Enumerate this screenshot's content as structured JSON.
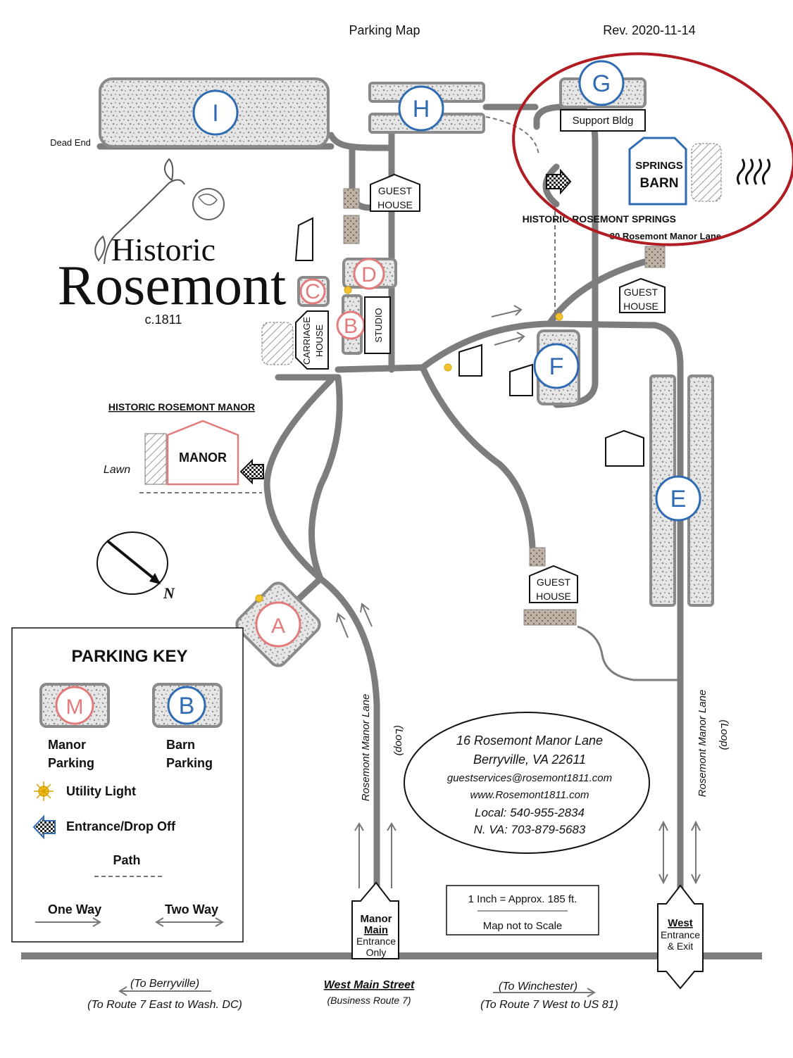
{
  "header": {
    "title": "Parking Map",
    "revision": "Rev. 2020-11-14"
  },
  "logo": {
    "line1": "Historic",
    "line2": "Rosemont",
    "established": "c.1811"
  },
  "lots": {
    "I": "I",
    "H": "H",
    "G": "G",
    "D": "D",
    "C": "C",
    "B": "B",
    "F": "F",
    "E": "E",
    "A": "A"
  },
  "labels": {
    "dead_end": "Dead End",
    "support_bldg": "Support Bldg",
    "springs": "SPRINGS",
    "barn": "BARN",
    "springs_title": "HISTORIC ROSEMONT SPRINGS",
    "springs_address": "80 Rosemont Manor Lane",
    "guest_house": "GUEST HOUSE",
    "guest_house_line1": "GUEST",
    "guest_house_line2": "HOUSE",
    "studio": "STUDIO",
    "carriage": "CARRIAGE",
    "house": "HOUSE",
    "manor_title": "HISTORIC ROSEMONT MANOR",
    "manor": "MANOR",
    "lawn": "Lawn",
    "north": "N",
    "rosemont_lane": "Rosemont Manor Lane",
    "loop": "(Loop)"
  },
  "key": {
    "title": "PARKING KEY",
    "manor_sym": "M",
    "barn_sym": "B",
    "manor_line1": "Manor",
    "manor_line2": "Parking",
    "barn_line1": "Barn",
    "barn_line2": "Parking",
    "utility_light": "Utility Light",
    "entrance": "Entrance/Drop Off",
    "path": "Path",
    "one_way": "One Way",
    "two_way": "Two Way"
  },
  "contact": {
    "address1": "16 Rosemont Manor Lane",
    "address2": "Berryville, VA 22611",
    "email": "guestservices@rosemont1811.com",
    "web": "www.Rosemont1811.com",
    "local": "Local: 540-955-2834",
    "nva": "N. VA: 703-879-5683"
  },
  "scale": {
    "line1": "1 Inch = Approx. 185 ft.",
    "line2": "Map not to Scale"
  },
  "entrances": {
    "manor_l1": "Manor",
    "manor_l2": "Main",
    "manor_l3": "Entrance",
    "manor_l4": "Only",
    "west_l1": "West",
    "west_l2": "Entrance",
    "west_l3": "& Exit"
  },
  "street": {
    "name": "West Main Street",
    "route": "(Business Route 7)",
    "to_berryville": "(To Berryville)",
    "to_dc": "(To Route 7 East to Wash. DC)",
    "to_winchester": "(To Winchester)",
    "to_us81": "(To Route 7 West to US 81)"
  },
  "colors": {
    "barn_blue": "#2e6bb3",
    "manor_pink": "#e27c7c",
    "highlight_red": "#b01c22",
    "road_gray": "#7d7d7d"
  }
}
